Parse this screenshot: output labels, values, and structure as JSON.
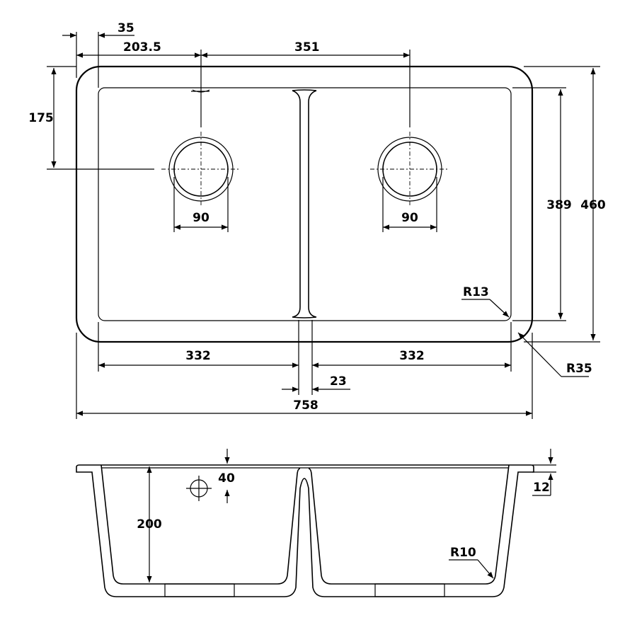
{
  "top_view": {
    "dims": {
      "flange_offset": "35",
      "outlet_offset": "203.5",
      "outlet_spacing": "351",
      "outlet_depth": "175",
      "left_outlet_dia": "90",
      "right_outlet_dia": "90",
      "bowl_depth": "389",
      "overall_depth": "460",
      "inner_corner_radius": "R13",
      "outer_corner_radius": "R35",
      "left_bowl_width": "332",
      "right_bowl_width": "332",
      "divider_width": "23",
      "overall_width": "758"
    }
  },
  "side_view": {
    "dims": {
      "overflow_height": "40",
      "flange_thickness": "12",
      "bowl_height": "200",
      "bottom_radius": "R10"
    }
  }
}
